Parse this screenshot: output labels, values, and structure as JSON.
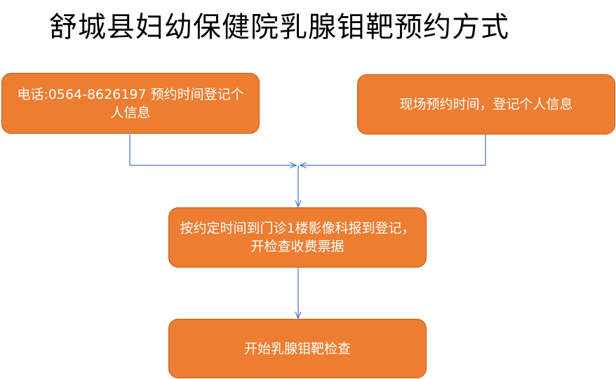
{
  "title": "舒城县妇幼保健院乳腺钼靶预约方式",
  "colors": {
    "box_fill": "#ED7D31",
    "box_border": "#C55A11",
    "connector": "#4472C4",
    "text": "#FFFFFF"
  },
  "nodes": {
    "phone": "电话:0564-8626197 预约时间登记个人信息",
    "onsite": "现场预约时间，登记个人信息",
    "checkin": "按约定时间到门诊1楼影像科报到登记，开检查收费票据",
    "start": "开始乳腺钼靶检查"
  },
  "edges": [
    {
      "from": "phone",
      "to": "checkin"
    },
    {
      "from": "onsite",
      "to": "checkin"
    },
    {
      "from": "checkin",
      "to": "start"
    }
  ]
}
